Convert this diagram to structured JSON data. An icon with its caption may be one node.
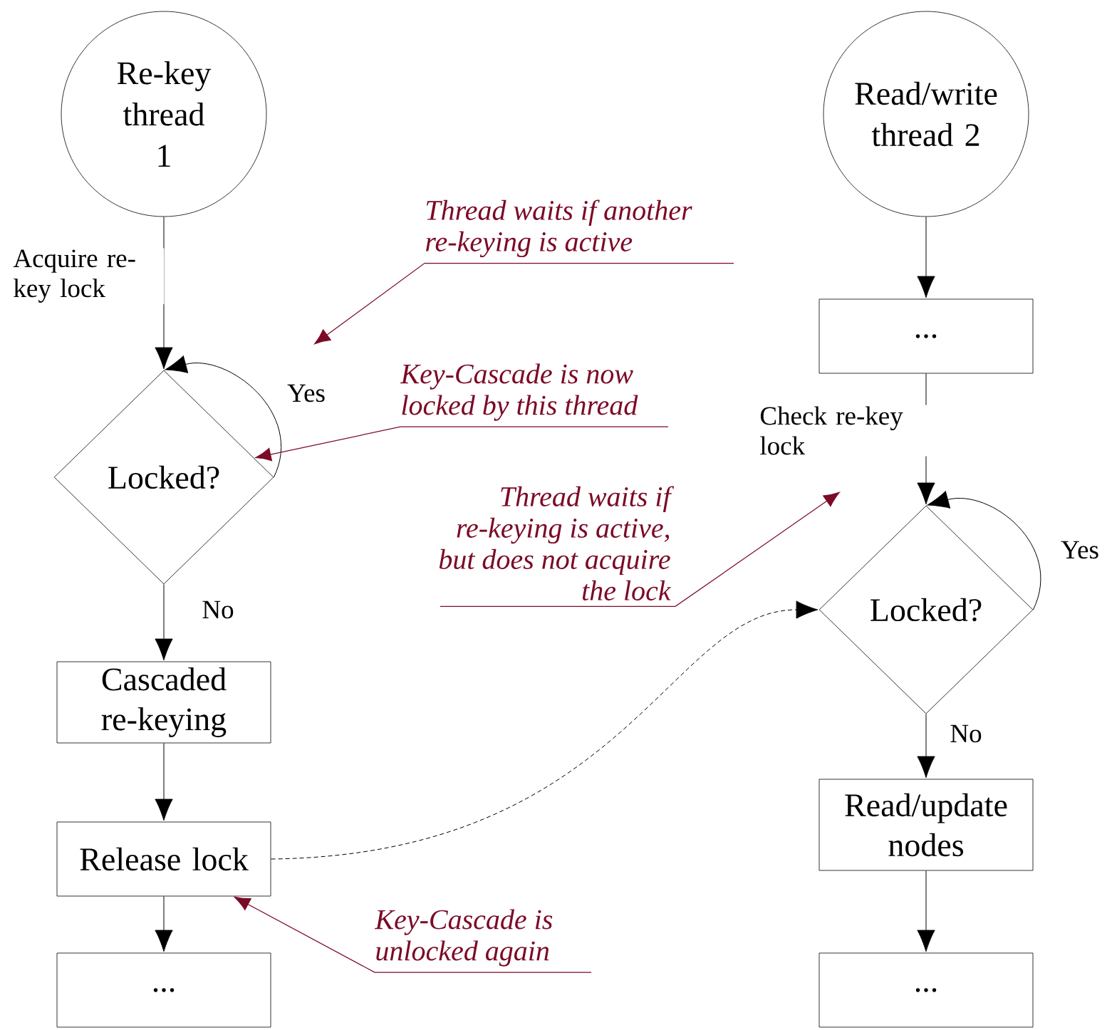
{
  "diagram": {
    "nodes": [
      {
        "text": [
          "Re-key thread 1"
        ]
      },
      {
        "text": [
          "Locked?"
        ]
      },
      {
        "text": [
          "Cascaded re-keying"
        ]
      },
      {
        "text": [
          "Release lock"
        ]
      },
      {
        "text": [
          "..."
        ]
      },
      {
        "text": [
          "Read/write thread 2"
        ]
      },
      {
        "text": [
          "..."
        ]
      },
      {
        "text": [
          "Locked?"
        ]
      },
      {
        "text": [
          "Read/update nodes"
        ]
      },
      {
        "text": [
          "..."
        ]
      },
      {
        "text": [
          "Thread waits if another re-keying is active"
        ]
      },
      {
        "text": [
          "Key-Cascade is now locked by this thread"
        ]
      },
      {
        "text": [
          "Thread waits if re-keying is active, but does not acquire the lock"
        ]
      },
      {
        "text": [
          "Key-Cascade is unlocked again"
        ]
      }
    ],
    "edges": [
      {
        "from": 0,
        "to": 1,
        "arrow": "to",
        "label": "Acquire re-key lock"
      },
      {
        "from": 1,
        "to": 1,
        "arrow": "to",
        "label": "Yes"
      },
      {
        "from": 1,
        "to": 2,
        "arrow": "to",
        "label": "No"
      },
      {
        "from": 2,
        "to": 3,
        "arrow": "to"
      },
      {
        "from": 3,
        "to": 4,
        "arrow": "to"
      },
      {
        "from": 5,
        "to": 6,
        "arrow": "to"
      },
      {
        "from": 6,
        "to": 7,
        "arrow": "to",
        "label": "Check re-key lock"
      },
      {
        "from": 7,
        "to": 7,
        "arrow": "to",
        "label": "Yes"
      },
      {
        "from": 7,
        "to": 8,
        "arrow": "to",
        "label": "No"
      },
      {
        "from": 8,
        "to": 9,
        "arrow": "to"
      },
      {
        "from": 3,
        "to": 7,
        "arrow": "to",
        "style": "dashed"
      },
      {
        "from": 10,
        "to": null,
        "arrow": "to",
        "color": "#7b0a26"
      },
      {
        "from": 11,
        "to": 1,
        "arrow": "to",
        "color": "#7b0a26"
      },
      {
        "from": 12,
        "to": null,
        "arrow": "to",
        "color": "#7b0a26"
      },
      {
        "from": 13,
        "to": 3,
        "arrow": "to",
        "color": "#7b0a26"
      }
    ]
  }
}
